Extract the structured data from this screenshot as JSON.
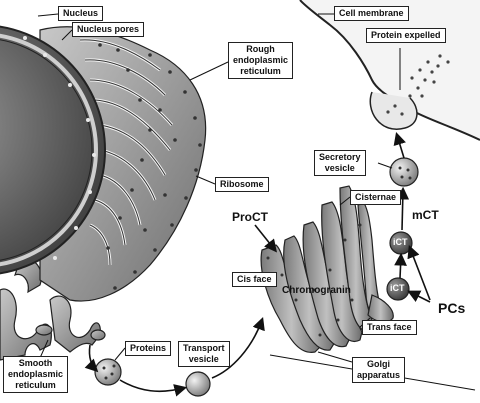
{
  "labels": {
    "nucleus": "Nucleus",
    "nucleus_pores": "Nucleus pores",
    "rough_er": [
      "Rough",
      "endoplasmic",
      "reticulum"
    ],
    "ribosome": "Ribosome",
    "smooth_er": [
      "Smooth",
      "endoplasmic",
      "reticulum"
    ],
    "proteins": "Proteins",
    "transport_vesicle": [
      "Transport",
      "vesicle"
    ],
    "cell_membrane": "Cell membrane",
    "protein_expelled": "Protein expelled",
    "secretory_vesicle": [
      "Secretory",
      "vesicle"
    ],
    "cisternae": "Cisternae",
    "mct": "mCT",
    "proct": "ProCT",
    "chromogranin": "Chromogranin",
    "cis_face": "Cis face",
    "ict_upper": "iCT",
    "ict_lower": "iCT",
    "pcs": "PCs",
    "trans_face": "Trans face",
    "golgi_apparatus": [
      "Golgi",
      "apparatus"
    ]
  },
  "colors": {
    "line": "#222222",
    "organelle_fill": "#8a8a8a",
    "organelle_dark": "#555555",
    "organelle_light": "#d6d6d6",
    "nucleus_fill": "#6f6f6f",
    "cytoplasm_outside": "#bdbdbd"
  }
}
